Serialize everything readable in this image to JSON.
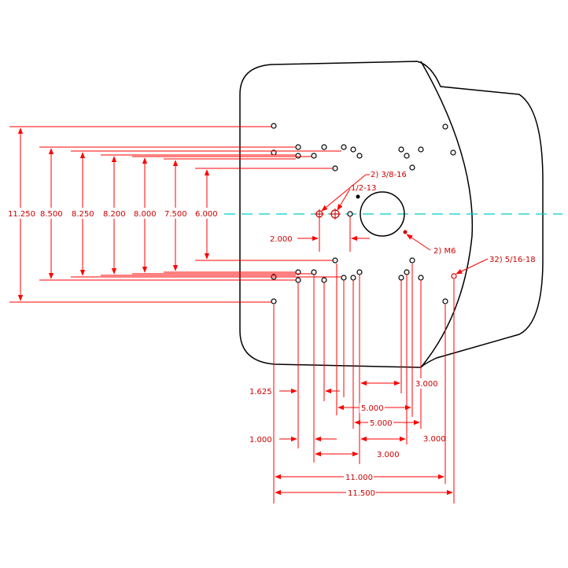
{
  "colors": {
    "outline": "#000000",
    "dimension": "#ff0000",
    "dimension_text": "#cc0000",
    "centerline": "#00cccc",
    "background": "#ffffff"
  },
  "vertical_dims": [
    "11.250",
    "8.500",
    "8.250",
    "8.200",
    "8.000",
    "7.500",
    "6.000"
  ],
  "horizontal_dims": {
    "d2000": "2.000",
    "d1625": "1.625",
    "d1000": "1.000",
    "d3000_a": "3.000",
    "d5000_a": "5.000",
    "d5000_b": "5.000",
    "d3000_b": "3.000",
    "d3000_c": "3.000",
    "d11000": "11.000",
    "d11500": "11.500"
  },
  "callouts": {
    "tap_3_8_16": "2) 3/8-16",
    "tap_1_2_13": "1/2-13",
    "tap_m6": "2) M6",
    "tap_5_16_18": "32) 5/16-18"
  }
}
